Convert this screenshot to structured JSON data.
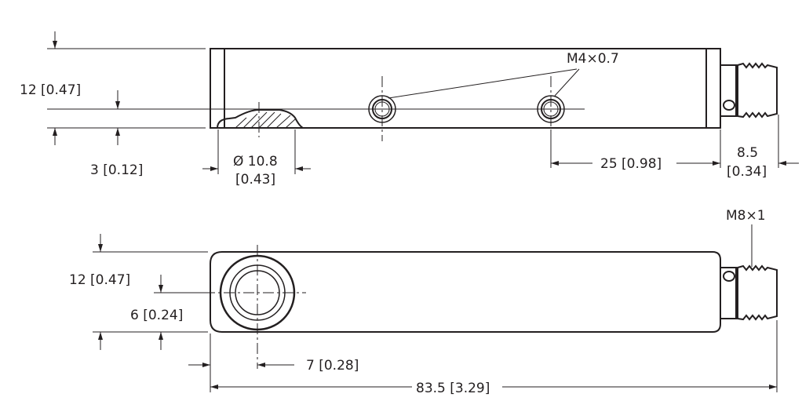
{
  "title": "Sensor dimensional drawing",
  "top_view": {
    "thread_label": "M4×0.7",
    "height_dim": "12 [0.47]",
    "offset_dim": "3 [0.12]",
    "diameter_dim_mm": "Ø 10.8",
    "diameter_dim_in": "[0.43]",
    "hole_spacing_dim": "25 [0.98]",
    "connector_dim_mm": "8.5",
    "connector_dim_in": "[0.34]"
  },
  "bottom_view": {
    "thread_label": "M8×1",
    "height_dim": "12 [0.47]",
    "center_dim": "6 [0.24]",
    "edge_dim": "7 [0.28]",
    "length_dim": "83.5 [3.29]"
  }
}
